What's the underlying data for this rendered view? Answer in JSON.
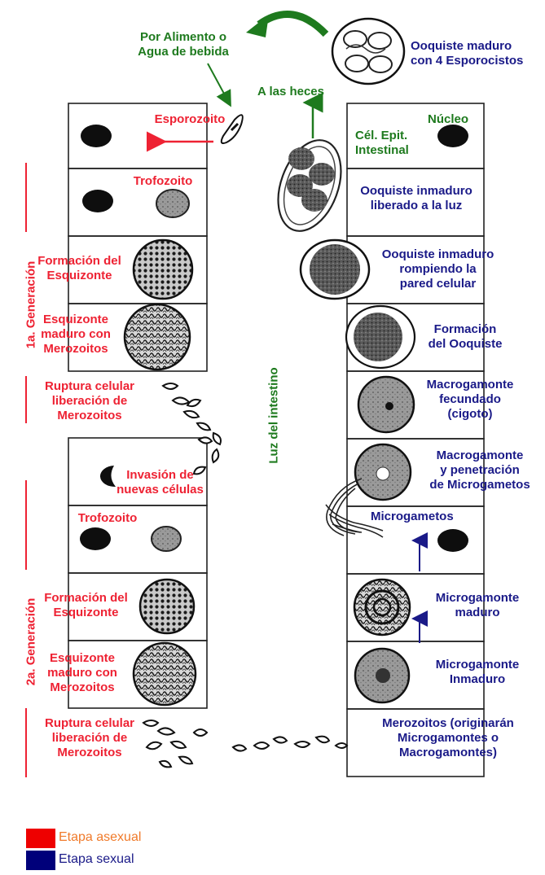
{
  "colors": {
    "asexual": "#ee2233",
    "sexual": "#1a1a88",
    "green": "#1e7a1e",
    "legend_asexual_text": "#f07a2a",
    "legend_sexual_text": "#1a1a88"
  },
  "top": {
    "ingestion": [
      "Por Alimento o",
      "Agua de bebida"
    ],
    "mature_oocyst": [
      "Ooquiste maduro",
      "con 4 Esporocistos"
    ],
    "feces": "A las heces"
  },
  "center_label": "Luz del intestino",
  "generations": {
    "first": "1a. Generación",
    "second": "2a. Generación"
  },
  "left": {
    "esporozoito": "Esporozoito",
    "trofozoito_1": "Trofozoito",
    "esquizonte_formation_1": [
      "Formación del",
      "Esquizonte"
    ],
    "esquizonte_mature_1": [
      "Esquizonte",
      "maduro con",
      "Merozoitos"
    ],
    "rupture_1": [
      "Ruptura celular",
      "liberación de",
      "Merozoitos"
    ],
    "invasion": [
      "Invasión de",
      "nuevas células"
    ],
    "trofozoito_2": "Trofozoito",
    "esquizonte_formation_2": [
      "Formación del",
      "Esquizonte"
    ],
    "esquizonte_mature_2": [
      "Esquizonte",
      "maduro con",
      "Merozoitos"
    ],
    "rupture_2": [
      "Ruptura celular",
      "liberación de",
      "Merozoitos"
    ]
  },
  "right": {
    "nucleo": "Núcleo",
    "cel_epit": [
      "Cél. Epit.",
      "Intestinal"
    ],
    "immature_oocyst_lumen": [
      "Ooquiste inmaduro",
      "liberado a la luz"
    ],
    "immature_oocyst_breaking": [
      "Ooquiste inmaduro",
      "rompiendo la",
      "pared celular"
    ],
    "oocyst_formation": [
      "Formación",
      "del Ooquiste"
    ],
    "macrogamonte_fertilized": [
      "Macrogamonte",
      "fecundado",
      "(cigoto)"
    ],
    "macrogamonte_penetration": [
      "Macrogamonte",
      "y penetración",
      "de Microgametos"
    ],
    "microgametos": "Microgametos",
    "microgamonte_mature": [
      "Microgamonte",
      "maduro"
    ],
    "microgamonte_immature": [
      "Microgamonte",
      "Inmaduro"
    ],
    "merozoitos_origin": [
      "Merozoitos (originarán",
      "Microgamontes o",
      "Macrogamontes)"
    ]
  },
  "legend": {
    "asexual": "Etapa asexual",
    "sexual": "Etapa sexual"
  }
}
